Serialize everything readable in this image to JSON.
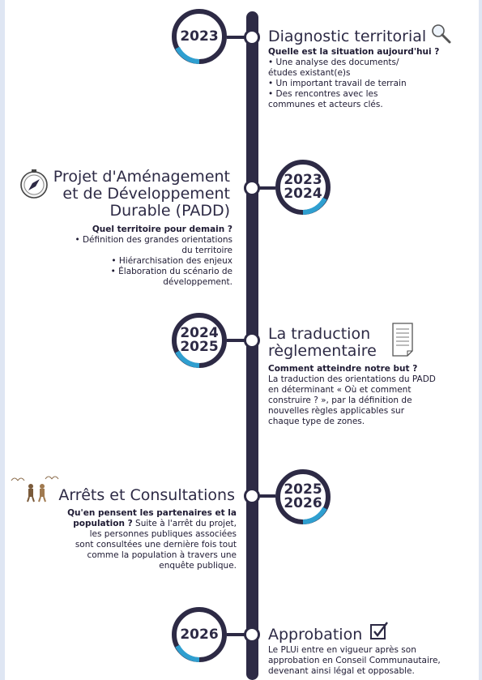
{
  "timeline": [
    {
      "years": [
        "2023"
      ],
      "title": "Diagnostic territorial",
      "subtitle": "Quelle est la situation aujourd'hui ?",
      "lines": [
        "• Une analyse des documents/",
        "études existant(e)s",
        "• Un important travail de terrain",
        "• Des rencontres avec les",
        "communes et acteurs clés."
      ],
      "icon": "magnifier-icon"
    },
    {
      "years": [
        "2023",
        "2024"
      ],
      "title_lines": [
        "Projet d'Aménagement",
        "et de Développement",
        "Durable (PADD)"
      ],
      "subtitle": "Quel territoire pour demain ?",
      "lines": [
        "• Définition des grandes orientations",
        "du territoire",
        "• Hiérarchisation des enjeux",
        "• Élaboration du scénario de",
        "développement."
      ],
      "icon": "compass-icon"
    },
    {
      "years": [
        "2024",
        "2025"
      ],
      "title_lines": [
        "La traduction",
        "règlementaire"
      ],
      "subtitle": "Comment atteindre notre but ?",
      "lines": [
        "La traduction des orientations du PADD",
        "en déterminant « Où et comment",
        "construire ? », par la définition de",
        "nouvelles règles applicables sur",
        "chaque type de zones."
      ],
      "icon": "document-icon"
    },
    {
      "years": [
        "2025",
        "2026"
      ],
      "title": "Arrêts et Consultations",
      "lines_rich": [
        {
          "bold": "Qu'en pensent les partenaires et la",
          "normal": ""
        },
        {
          "bold": "population ?",
          "normal": " Suite à l'arrêt du projet,"
        },
        {
          "bold": "",
          "normal": "les personnes publiques associées"
        },
        {
          "bold": "",
          "normal": "sont consultées une dernière fois tout"
        },
        {
          "bold": "",
          "normal": "comme la population à travers une"
        },
        {
          "bold": "",
          "normal": "enquête publique."
        }
      ],
      "icon": "people-discussion-icon"
    },
    {
      "years": [
        "2026"
      ],
      "title": "Approbation",
      "lines": [
        "Le PLUi entre en vigueur après son",
        "approbation en Conseil Communautaire,",
        "devenant ainsi légal et opposable."
      ],
      "icon": "checkbox-icon"
    }
  ],
  "colors": {
    "dark": "#2d2a45",
    "accent": "#2f9fd0"
  }
}
